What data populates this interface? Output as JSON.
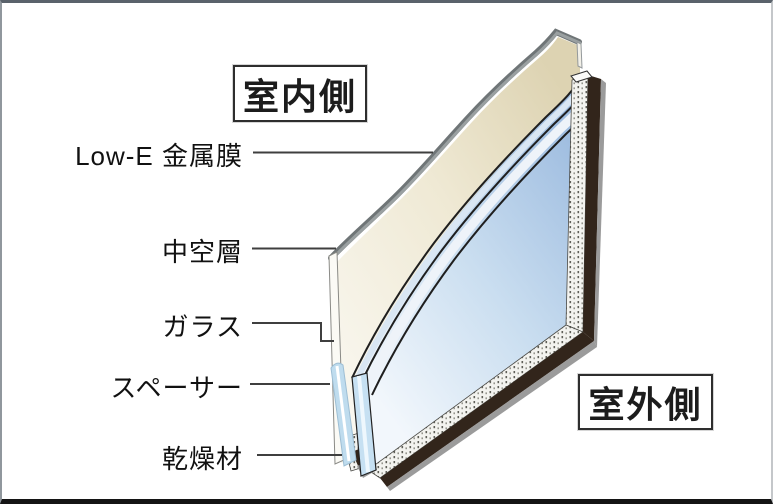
{
  "boxes": {
    "indoor": "室内側",
    "outdoor": "室外側"
  },
  "labels": [
    {
      "id": "low-e-film",
      "text": "Low-E 金属膜"
    },
    {
      "id": "air-layer",
      "text": "中空層"
    },
    {
      "id": "glass",
      "text": "ガラス"
    },
    {
      "id": "spacer",
      "text": "スペーサー"
    },
    {
      "id": "desiccant",
      "text": "乾燥材"
    }
  ],
  "colors": {
    "indoor_glass_face_top": "#e0d7b8",
    "indoor_glass_face_bottom": "#f7f4e8",
    "indoor_glass_cut_edge_gray": "#8b9193",
    "outdoor_glass_face_top": "#9fbde0",
    "outdoor_glass_face_bottom": "#f2f7fc",
    "glass_edge_blue": "#c6e0f2",
    "spacer_white": "#f3f3ef",
    "spacer_perforation_dot": "#5f5f58",
    "sealant_brown": "#32251b",
    "outer_edge_gray": "#9b9b9b",
    "outline_dark": "#1f1f1f",
    "leader_line": "#3f3f3f",
    "frame_top": "#5a626b",
    "frame_bottom": "#141414"
  }
}
